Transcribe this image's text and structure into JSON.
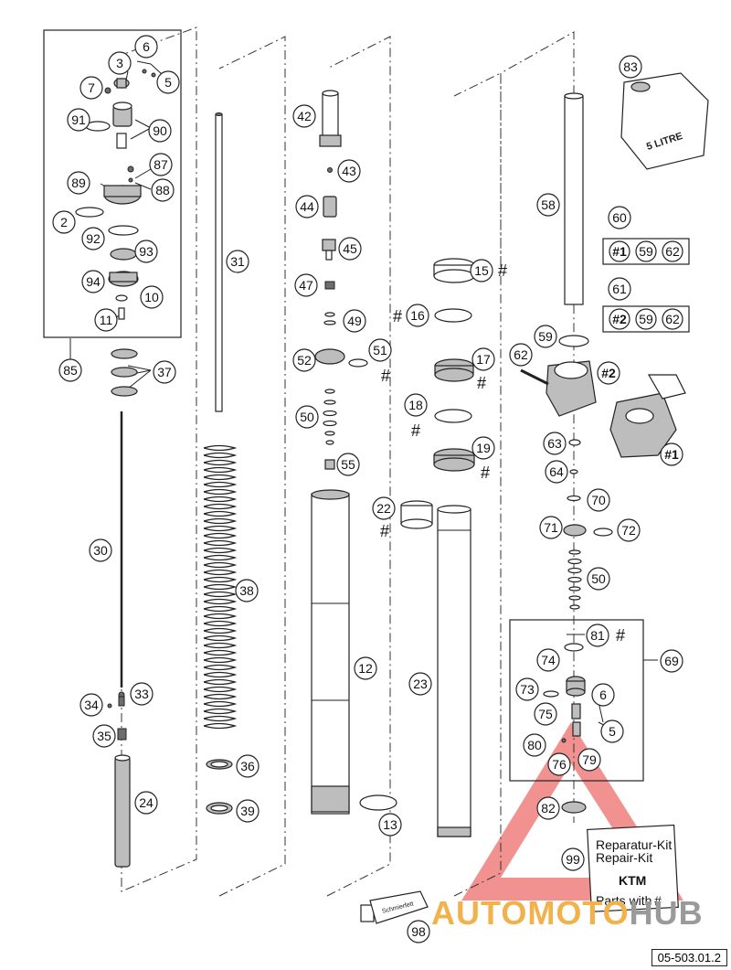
{
  "diagram_code": "05-503.01.2",
  "watermark": {
    "text_part1": "AUTOMOTO",
    "text_part2": "HUB",
    "color1": "#f2b24b",
    "color2": "#9a9a9a",
    "triangle_color": "#e53935"
  },
  "can_label": "5 LITRE",
  "repair_kit": {
    "line1": "Reparatur-Kit",
    "line2": "Repair-Kit",
    "line3": "Parts with",
    "hash": "#",
    "brand": "KTM"
  },
  "tube_label": "Schmierfett",
  "hash_mark": "#",
  "callouts": [
    {
      "id": "c85",
      "label": "85"
    },
    {
      "id": "c3",
      "label": "3"
    },
    {
      "id": "c6a",
      "label": "6"
    },
    {
      "id": "c5a",
      "label": "5"
    },
    {
      "id": "c7",
      "label": "7"
    },
    {
      "id": "c91",
      "label": "91"
    },
    {
      "id": "c90",
      "label": "90"
    },
    {
      "id": "c87",
      "label": "87"
    },
    {
      "id": "c89",
      "label": "89"
    },
    {
      "id": "c88",
      "label": "88"
    },
    {
      "id": "c2",
      "label": "2"
    },
    {
      "id": "c92",
      "label": "92"
    },
    {
      "id": "c93",
      "label": "93"
    },
    {
      "id": "c94",
      "label": "94"
    },
    {
      "id": "c10",
      "label": "10"
    },
    {
      "id": "c11",
      "label": "11"
    },
    {
      "id": "c37",
      "label": "37"
    },
    {
      "id": "c30",
      "label": "30"
    },
    {
      "id": "c34",
      "label": "34"
    },
    {
      "id": "c33",
      "label": "33"
    },
    {
      "id": "c35",
      "label": "35"
    },
    {
      "id": "c24",
      "label": "24"
    },
    {
      "id": "c31",
      "label": "31"
    },
    {
      "id": "c38",
      "label": "38"
    },
    {
      "id": "c36",
      "label": "36"
    },
    {
      "id": "c39",
      "label": "39"
    },
    {
      "id": "c42",
      "label": "42"
    },
    {
      "id": "c43",
      "label": "43"
    },
    {
      "id": "c44",
      "label": "44"
    },
    {
      "id": "c45",
      "label": "45"
    },
    {
      "id": "c47",
      "label": "47"
    },
    {
      "id": "c49",
      "label": "49"
    },
    {
      "id": "c52",
      "label": "52"
    },
    {
      "id": "c51",
      "label": "51"
    },
    {
      "id": "c50a",
      "label": "50"
    },
    {
      "id": "c55",
      "label": "55"
    },
    {
      "id": "c12",
      "label": "12"
    },
    {
      "id": "c13",
      "label": "13"
    },
    {
      "id": "c15",
      "label": "15"
    },
    {
      "id": "c16",
      "label": "16"
    },
    {
      "id": "c17",
      "label": "17"
    },
    {
      "id": "c18",
      "label": "18"
    },
    {
      "id": "c19",
      "label": "19"
    },
    {
      "id": "c22",
      "label": "22"
    },
    {
      "id": "c23",
      "label": "23"
    },
    {
      "id": "c98",
      "label": "98"
    },
    {
      "id": "c83",
      "label": "83"
    },
    {
      "id": "c58",
      "label": "58"
    },
    {
      "id": "c60",
      "label": "60"
    },
    {
      "id": "c61",
      "label": "61"
    },
    {
      "id": "c59",
      "label": "59"
    },
    {
      "id": "c62",
      "label": "62"
    },
    {
      "id": "c63",
      "label": "63"
    },
    {
      "id": "c64",
      "label": "64"
    },
    {
      "id": "c70",
      "label": "70"
    },
    {
      "id": "c71",
      "label": "71"
    },
    {
      "id": "c72",
      "label": "72"
    },
    {
      "id": "c50b",
      "label": "50"
    },
    {
      "id": "c81",
      "label": "81"
    },
    {
      "id": "c69",
      "label": "69"
    },
    {
      "id": "c74",
      "label": "74"
    },
    {
      "id": "c73",
      "label": "73"
    },
    {
      "id": "c75",
      "label": "75"
    },
    {
      "id": "c6b",
      "label": "6"
    },
    {
      "id": "c80",
      "label": "80"
    },
    {
      "id": "c5b",
      "label": "5"
    },
    {
      "id": "c76",
      "label": "76"
    },
    {
      "id": "c79",
      "label": "79"
    },
    {
      "id": "c82",
      "label": "82"
    },
    {
      "id": "c99",
      "label": "99"
    }
  ],
  "kit_boxes": [
    {
      "id": "kit60",
      "items": [
        "#1",
        "59",
        "62"
      ]
    },
    {
      "id": "kit61",
      "items": [
        "#2",
        "59",
        "62"
      ]
    }
  ],
  "clamp_tags": [
    {
      "id": "tag2",
      "label": "#2"
    },
    {
      "id": "tag1",
      "label": "#1"
    }
  ]
}
